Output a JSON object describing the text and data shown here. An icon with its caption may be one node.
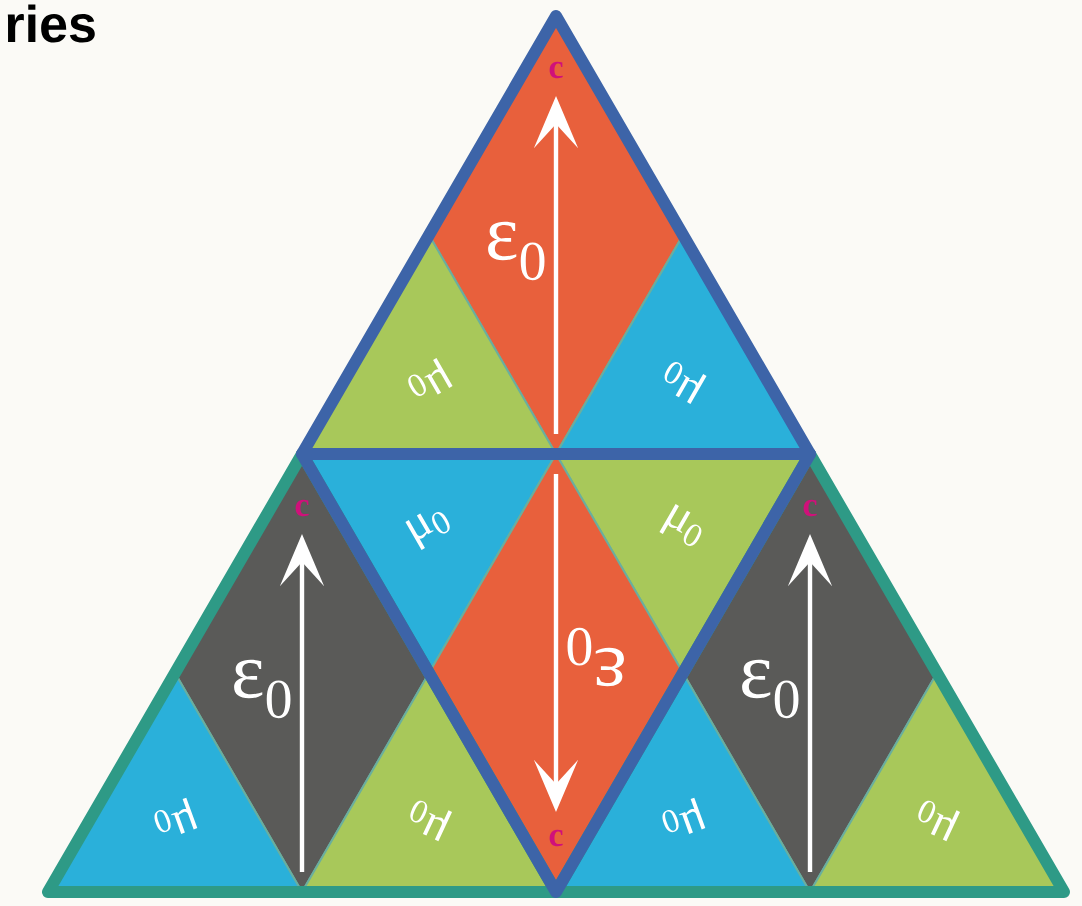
{
  "diagram": {
    "title": "ries",
    "nodes": [
      {
        "text": [],
        "shape": "triangle"
      },
      {
        "text": [
          "ε$_{0}$",
          "c"
        ],
        "in": 0
      },
      {
        "text": [
          "μ$_{0}$"
        ],
        "in": 0
      },
      {
        "text": [
          "μ$_{0}$"
        ],
        "in": 0
      },
      {
        "text": [],
        "shape": "triangle"
      },
      {
        "text": [
          "ε$_{0}$",
          "c"
        ],
        "in": 4
      },
      {
        "text": [
          "μ$_{0}$"
        ],
        "in": 4
      },
      {
        "text": [
          "μ$_{0}$"
        ],
        "in": 4
      },
      {
        "text": [],
        "shape": "triangle"
      },
      {
        "text": [
          "μ$_{0}$"
        ],
        "in": 8
      },
      {
        "text": [
          "μ$_{0}$"
        ],
        "in": 8
      },
      {
        "text": [
          "ε$_{0}$",
          "c"
        ],
        "in": 8
      },
      {
        "text": [],
        "shape": "triangle"
      },
      {
        "text": [
          "ε$_{0}$",
          "c"
        ],
        "in": 12
      },
      {
        "text": [
          "μ$_{0}$"
        ],
        "in": 12
      },
      {
        "text": [
          "μ$_{0}$"
        ],
        "in": 12
      }
    ]
  }
}
